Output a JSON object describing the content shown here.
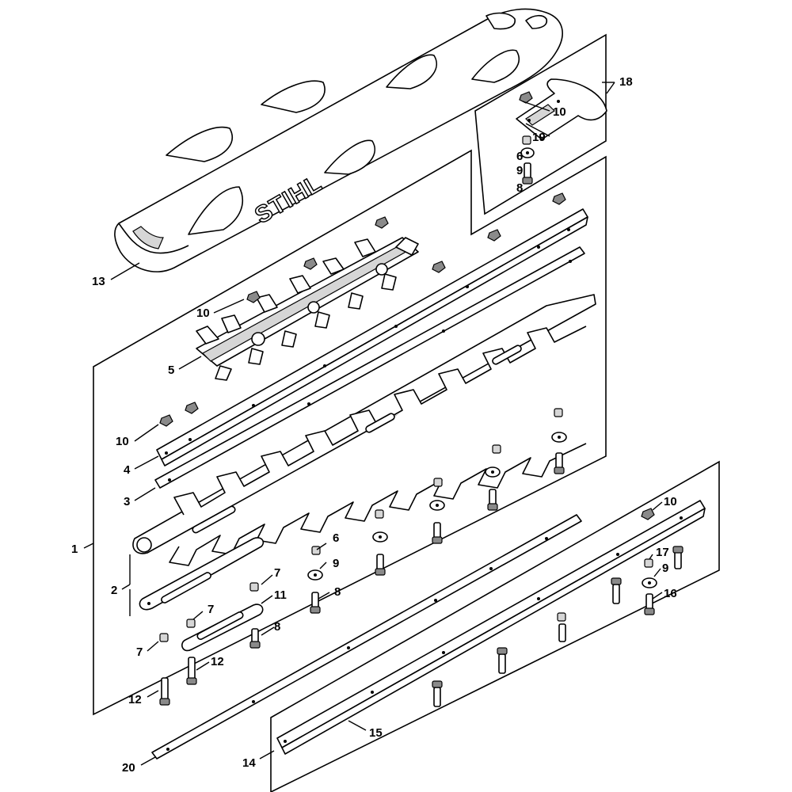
{
  "brand_logo": "STIHL",
  "callouts": [
    {
      "id": "c1",
      "label": "1"
    },
    {
      "id": "c2",
      "label": "2"
    },
    {
      "id": "c3",
      "label": "3"
    },
    {
      "id": "c4",
      "label": "4"
    },
    {
      "id": "c5",
      "label": "5"
    },
    {
      "id": "c6a",
      "label": "6"
    },
    {
      "id": "c6b",
      "label": "6"
    },
    {
      "id": "c7a",
      "label": "7"
    },
    {
      "id": "c7b",
      "label": "7"
    },
    {
      "id": "c7c",
      "label": "7"
    },
    {
      "id": "c8a",
      "label": "8"
    },
    {
      "id": "c8b",
      "label": "8"
    },
    {
      "id": "c8c",
      "label": "8"
    },
    {
      "id": "c9a",
      "label": "9"
    },
    {
      "id": "c9b",
      "label": "9"
    },
    {
      "id": "c9c",
      "label": "9"
    },
    {
      "id": "c10a",
      "label": "10"
    },
    {
      "id": "c10b",
      "label": "10"
    },
    {
      "id": "c10c",
      "label": "10"
    },
    {
      "id": "c10d",
      "label": "10"
    },
    {
      "id": "c11",
      "label": "11"
    },
    {
      "id": "c12a",
      "label": "12"
    },
    {
      "id": "c12b",
      "label": "12"
    },
    {
      "id": "c13",
      "label": "13"
    },
    {
      "id": "c14",
      "label": "14"
    },
    {
      "id": "c15",
      "label": "15"
    },
    {
      "id": "c16",
      "label": "16"
    },
    {
      "id": "c17",
      "label": "17"
    },
    {
      "id": "c18",
      "label": "18"
    },
    {
      "id": "c19",
      "label": "19"
    },
    {
      "id": "c20",
      "label": "20"
    }
  ]
}
